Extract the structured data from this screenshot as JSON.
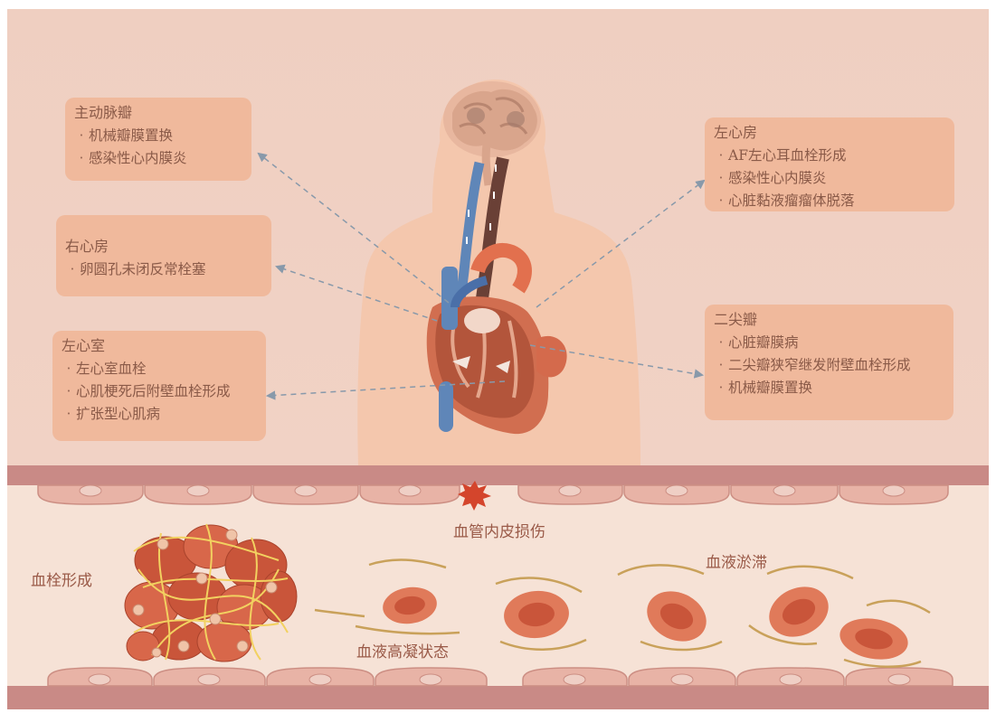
{
  "boxes": {
    "aortic_valve": {
      "title": "主动脉瓣",
      "items": [
        "机械瓣膜置换",
        "感染性心内膜炎"
      ]
    },
    "right_atrium": {
      "title": "右心房",
      "items": [
        "卵圆孔未闭反常栓塞"
      ]
    },
    "left_ventricle": {
      "title": "左心室",
      "items": [
        "左心室血栓",
        "心肌梗死后附壁血栓形成",
        "扩张型心肌病"
      ]
    },
    "left_atrium": {
      "title": "左心房",
      "items": [
        "AF左心耳血栓形成",
        "感染性心内膜炎",
        "心脏黏液瘤瘤体脱落"
      ]
    },
    "mitral_valve": {
      "title": "二尖瓣",
      "items": [
        "心脏瓣膜病",
        "二尖瓣狭窄继发附壁血栓形成",
        "机械瓣膜置换"
      ]
    }
  },
  "vessel_labels": {
    "endothelial_injury": "血管内皮损伤",
    "thrombus_formation": "血栓形成",
    "blood_stasis": "血液淤滞",
    "hypercoagulable": "血液高凝状态"
  },
  "colors": {
    "box_fill": "#f0b99c",
    "text": "#8a5a48",
    "vessel_wall": "#c98a86",
    "rbc": "#d8674a",
    "fibrin": "#f2d160",
    "arrow": "#8899aa"
  }
}
